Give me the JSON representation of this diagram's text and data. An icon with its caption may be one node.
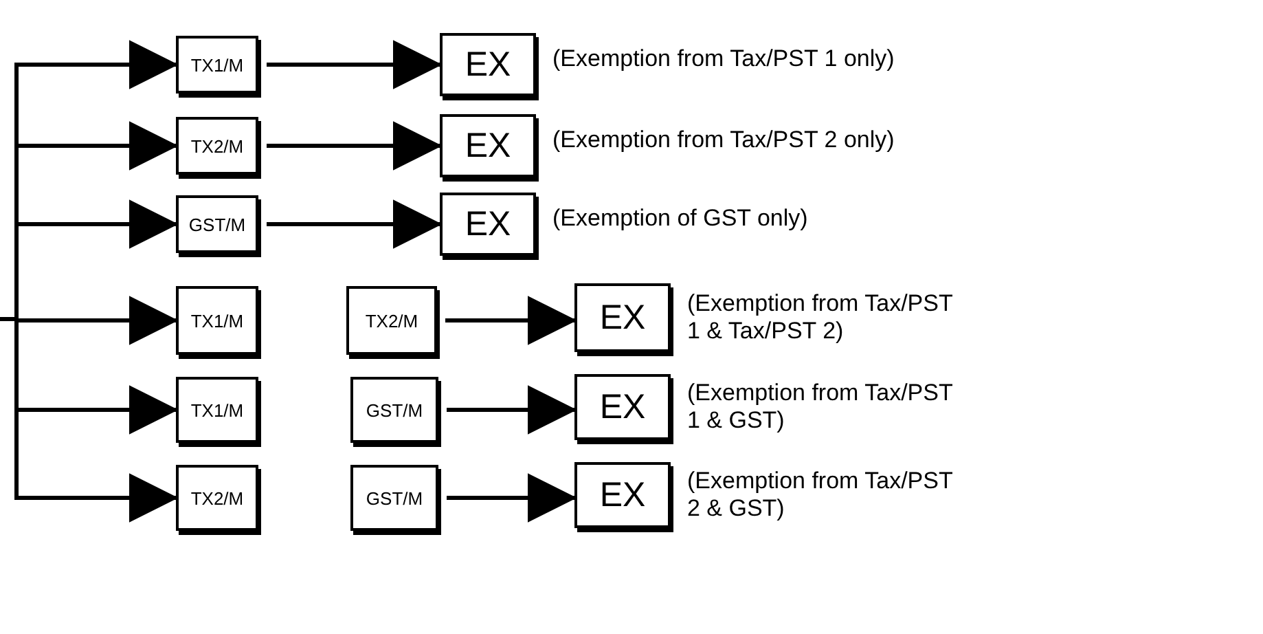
{
  "diagram": {
    "nodes": [
      {
        "text": [
          "TX1/M"
        ]
      },
      {
        "text": [
          "EX"
        ],
        "beside": [
          "(Exemption from Tax/PST 1 only)"
        ]
      },
      {
        "text": [
          "TX2/M"
        ]
      },
      {
        "text": [
          "EX"
        ],
        "beside": [
          "(Exemption from Tax/PST 2 only)"
        ]
      },
      {
        "text": [
          "GST/M"
        ]
      },
      {
        "text": [
          "EX"
        ],
        "beside": [
          "(Exemption of GST only)"
        ]
      },
      {
        "text": [
          "TX1/M"
        ]
      },
      {
        "text": [
          "TX2/M"
        ]
      },
      {
        "text": [
          "EX"
        ],
        "beside": [
          "(Exemption from Tax/PST 1 & Tax/PST 2)"
        ]
      },
      {
        "text": [
          "TX1/M"
        ]
      },
      {
        "text": [
          "GST/M"
        ]
      },
      {
        "text": [
          "EX"
        ],
        "beside": [
          "(Exemption from Tax/PST 1 & GST)"
        ]
      },
      {
        "text": [
          "TX2/M"
        ]
      },
      {
        "text": [
          "GST/M"
        ]
      },
      {
        "text": [
          "EX"
        ],
        "beside": [
          "(Exemption from Tax/PST 2 & GST)"
        ]
      }
    ],
    "edges": [
      {
        "from": null,
        "to": 0,
        "arrow": "to"
      },
      {
        "from": null,
        "to": 2,
        "arrow": "to"
      },
      {
        "from": null,
        "to": 4,
        "arrow": "to"
      },
      {
        "from": null,
        "to": 6,
        "arrow": "to"
      },
      {
        "from": null,
        "to": 9,
        "arrow": "to"
      },
      {
        "from": null,
        "to": 12,
        "arrow": "to"
      },
      {
        "from": 0,
        "to": 1,
        "arrow": "to"
      },
      {
        "from": 2,
        "to": 3,
        "arrow": "to"
      },
      {
        "from": 4,
        "to": 5,
        "arrow": "to"
      },
      {
        "from": 7,
        "to": 8,
        "arrow": "to"
      },
      {
        "from": 10,
        "to": 11,
        "arrow": "to"
      },
      {
        "from": 13,
        "to": 14,
        "arrow": "to"
      }
    ]
  }
}
